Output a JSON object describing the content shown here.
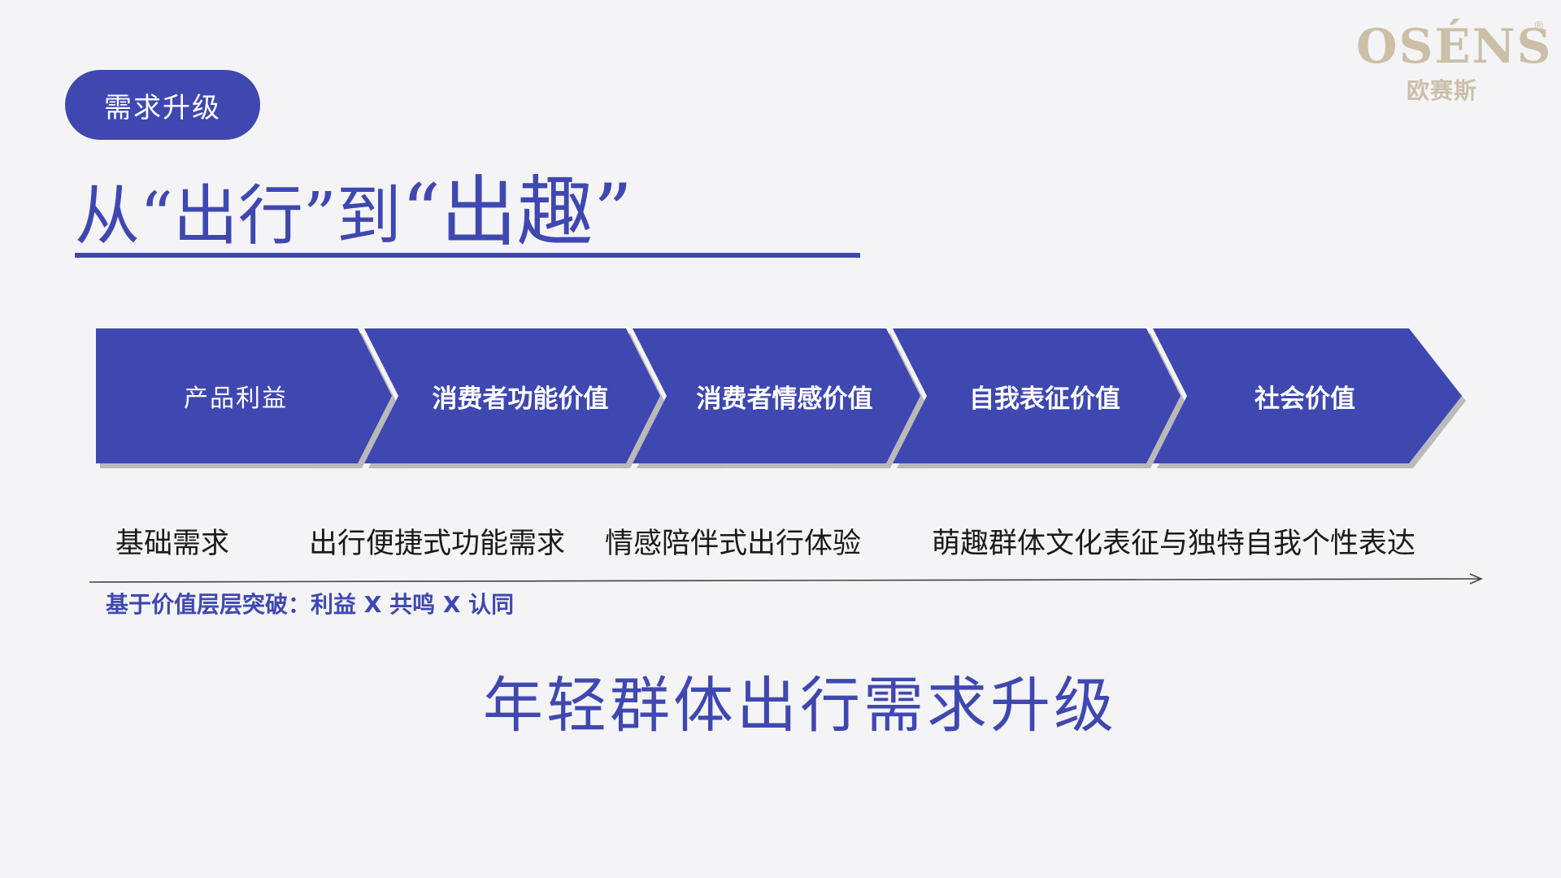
{
  "logo": {
    "wordmark": "OSÉNS",
    "registered": "®",
    "chinese_name": "欧赛斯"
  },
  "tag": {
    "label": "需求升级"
  },
  "title": {
    "part1": "从“出行”到",
    "part2": "“出趣”"
  },
  "process": {
    "steps": [
      {
        "label": "产品利益"
      },
      {
        "label": "消费者功能价值"
      },
      {
        "label": "消费者情感价值"
      },
      {
        "label": "自我表征价值"
      },
      {
        "label": "社会价值"
      }
    ],
    "color": "#3f48b0"
  },
  "descriptions": [
    "基础需求",
    "出行便捷式功能需求",
    "情感陪伴式出行体验",
    "萌趣群体文化表征与独特自我个性表达"
  ],
  "basis": "基于价值层层突破：利益 X 共鸣 X 认同",
  "conclusion": "年轻群体出行需求升级"
}
